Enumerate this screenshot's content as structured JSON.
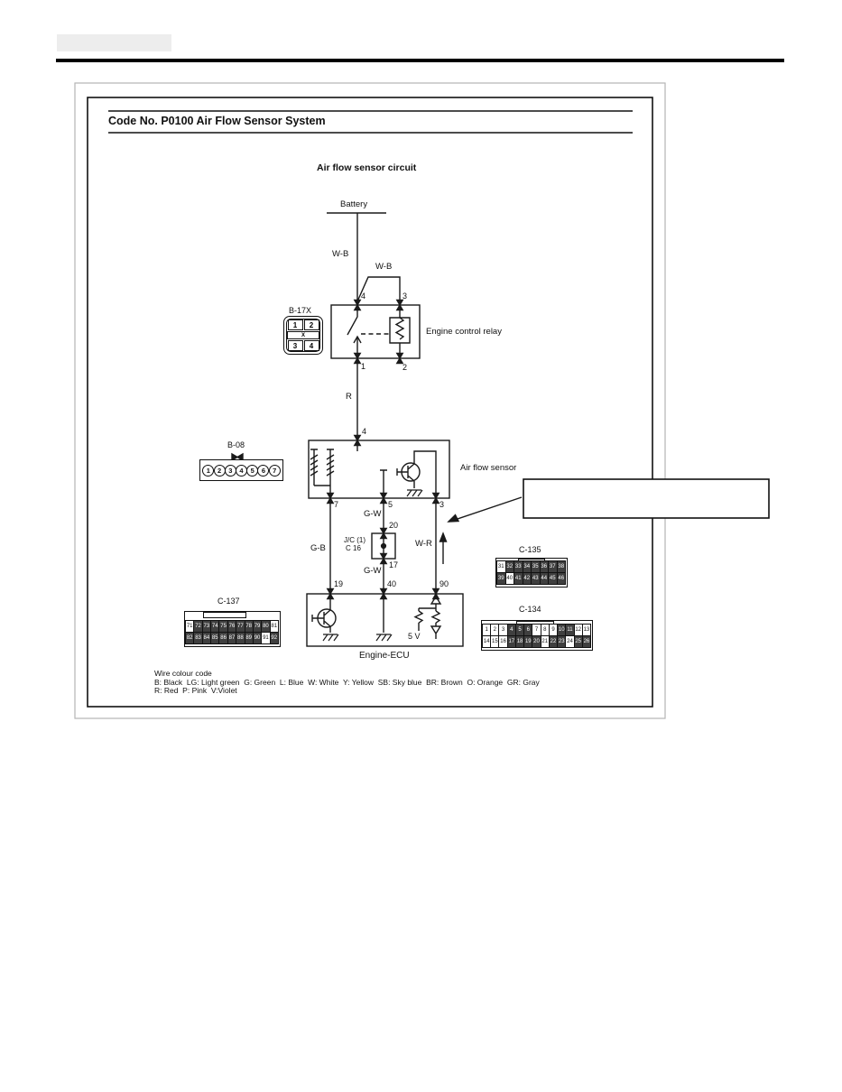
{
  "header": {
    "title": "Code No. P0100 Air Flow Sensor System"
  },
  "diagram": {
    "subtitle": "Air flow sensor circuit",
    "battery": "Battery",
    "relay_name": "Engine control relay",
    "afs_name": "Air flow sensor",
    "ecu_name": "Engine-ECU",
    "five_v": "5 V",
    "jc_line1": "J/C (1)",
    "jc_line2": "C 16",
    "wires": {
      "wb_main": "W-B",
      "wb_branch": "W-B",
      "r": "R",
      "gb": "G-B",
      "gw_upper": "G-W",
      "gw_lower": "G-W",
      "wr": "W-R"
    },
    "pins": {
      "relay_in_l": "4",
      "relay_in_r": "3",
      "relay_out_l": "1",
      "relay_out_r": "2",
      "afs_in": "4",
      "afs_7": "7",
      "afs_5": "5",
      "afs_3": "3",
      "jc_top": "20",
      "jc_bottom": "17",
      "ecu_19": "19",
      "ecu_40": "40",
      "ecu_90": "90"
    }
  },
  "connectors": {
    "b17x": {
      "label": "B-17X",
      "cells": [
        "1",
        "2",
        "3",
        "4"
      ],
      "mid": "X"
    },
    "b08": {
      "label": "B-08",
      "pins": [
        "1",
        "2",
        "3",
        "4",
        "5",
        "6",
        "7"
      ]
    },
    "c135": {
      "label": "C-135",
      "rows": [
        [
          {
            "n": "31",
            "s": false
          },
          {
            "n": "32",
            "s": true
          },
          {
            "n": "33",
            "s": true
          },
          {
            "n": "34",
            "s": true
          },
          {
            "n": "35",
            "s": true
          },
          {
            "n": "36",
            "s": true
          },
          {
            "n": "37",
            "s": true
          },
          {
            "n": "38",
            "s": true
          }
        ],
        [
          {
            "n": "39",
            "s": true
          },
          {
            "n": "40",
            "s": false
          },
          {
            "n": "41",
            "s": true
          },
          {
            "n": "42",
            "s": true
          },
          {
            "n": "43",
            "s": true
          },
          {
            "n": "44",
            "s": true
          },
          {
            "n": "45",
            "s": true
          },
          {
            "n": "46",
            "s": true
          }
        ]
      ]
    },
    "c137": {
      "label": "C-137",
      "rows": [
        [
          {
            "n": "71",
            "s": false
          },
          {
            "n": "72",
            "s": true
          },
          {
            "n": "73",
            "s": true
          },
          {
            "n": "74",
            "s": true
          },
          {
            "n": "75",
            "s": true
          },
          {
            "n": "76",
            "s": true
          },
          {
            "n": "77",
            "s": true
          },
          {
            "n": "78",
            "s": true
          },
          {
            "n": "79",
            "s": true
          },
          {
            "n": "80",
            "s": true
          },
          {
            "n": "81",
            "s": false
          }
        ],
        [
          {
            "n": "82",
            "s": true
          },
          {
            "n": "83",
            "s": true
          },
          {
            "n": "84",
            "s": true
          },
          {
            "n": "85",
            "s": true
          },
          {
            "n": "86",
            "s": true
          },
          {
            "n": "87",
            "s": true
          },
          {
            "n": "88",
            "s": true
          },
          {
            "n": "89",
            "s": true
          },
          {
            "n": "90",
            "s": true
          },
          {
            "n": "91",
            "s": false
          },
          {
            "n": "92",
            "s": true
          }
        ]
      ]
    },
    "c134": {
      "label": "C-134",
      "rows": [
        [
          {
            "n": "1",
            "s": false
          },
          {
            "n": "2",
            "s": false
          },
          {
            "n": "3",
            "s": false
          },
          {
            "n": "4",
            "s": true
          },
          {
            "n": "5",
            "s": true
          },
          {
            "n": "6",
            "s": true
          },
          {
            "n": "7",
            "s": false
          },
          {
            "n": "8",
            "s": false
          },
          {
            "n": "9",
            "s": false
          },
          {
            "n": "10",
            "s": true
          },
          {
            "n": "11",
            "s": true
          },
          {
            "n": "12",
            "s": false
          },
          {
            "n": "13",
            "s": false
          }
        ],
        [
          {
            "n": "14",
            "s": false
          },
          {
            "n": "15",
            "s": false
          },
          {
            "n": "16",
            "s": false
          },
          {
            "n": "17",
            "s": true
          },
          {
            "n": "18",
            "s": true
          },
          {
            "n": "19",
            "s": true
          },
          {
            "n": "20",
            "s": true
          },
          {
            "n": "21",
            "s": false
          },
          {
            "n": "22",
            "s": true
          },
          {
            "n": "23",
            "s": true
          },
          {
            "n": "24",
            "s": false
          },
          {
            "n": "25",
            "s": true
          },
          {
            "n": "26",
            "s": true
          }
        ]
      ]
    }
  },
  "legend": {
    "title": "Wire colour code",
    "line1": "B: Black  LG: Light green  G: Green  L: Blue  W: White  Y: Yellow  SB: Sky blue  BR: Brown  O: Orange  GR: Gray",
    "line2": "R: Red  P: Pink  V:Violet"
  },
  "colors": {
    "ink": "#1a1a1a",
    "shaded_cell": "#3f3f3f",
    "paper": "#ffffff"
  }
}
